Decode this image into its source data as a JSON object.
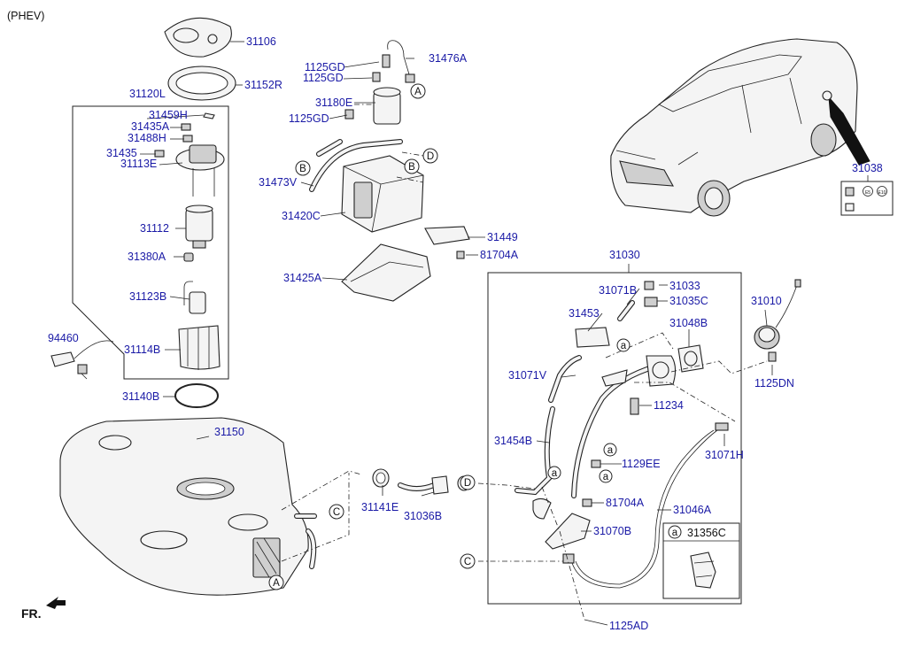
{
  "variant_note": "(PHEV)",
  "direction_label": "FR.",
  "parts": [
    "31106",
    "31152R",
    "31120L",
    "31459H",
    "31435A",
    "31488H",
    "31435",
    "31113E",
    "31112",
    "31380A",
    "31123B",
    "31114B",
    "94460",
    "31140B",
    "31150",
    "1125GD",
    "1125GD",
    "31476A",
    "31180E",
    "1125GD",
    "31473V",
    "31420C",
    "31449",
    "81704A",
    "31425A",
    "31141E",
    "31036B",
    "31030",
    "31071B",
    "31033",
    "31035C",
    "31453",
    "31048B",
    "31010",
    "31071V",
    "1125DN",
    "11234",
    "31454B",
    "31071H",
    "1129EE",
    "81704A",
    "31046A",
    "31070B",
    "31356C",
    "1125AD",
    "31038"
  ],
  "callouts": {
    "a": "a",
    "b": "B",
    "c": "C",
    "d": "D",
    "A": "A"
  },
  "inset_label": "31356C",
  "inset_callout": "a",
  "label_texts": {
    "sticker_1": "E5",
    "sticker_2": "E10"
  },
  "colors": {
    "label_blue": "#1a1aa6",
    "line": "#222222",
    "fill": "#f4f4f4"
  }
}
